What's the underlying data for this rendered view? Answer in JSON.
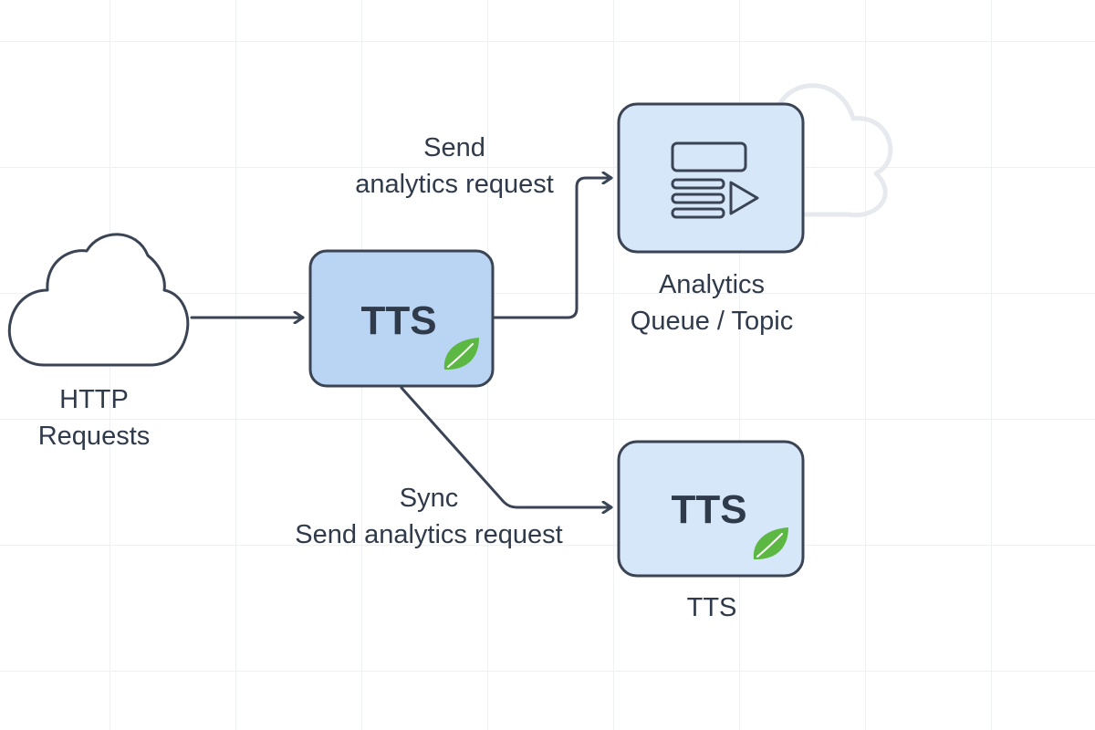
{
  "nodes": {
    "client": {
      "label_lines": [
        "HTTP",
        "Requests"
      ],
      "icon": "cloud-icon"
    },
    "tts_main": {
      "title": "TTS",
      "icon": "leaf-icon"
    },
    "analytics": {
      "label_lines": [
        "Analytics",
        "Queue / Topic"
      ],
      "icon": "queue-icon"
    },
    "tts_secondary": {
      "title": "TTS",
      "label": "TTS",
      "icon": "leaf-icon"
    }
  },
  "edges": {
    "async": {
      "label_lines": [
        "Send",
        "analytics request"
      ]
    },
    "sync": {
      "label_lines": [
        "Sync",
        "Send analytics request"
      ]
    }
  },
  "colors": {
    "stroke": "#3b4454",
    "box_primary": "#b9d5f3",
    "box_secondary": "#d6e7fa",
    "leaf": "#5cb843",
    "background_cloud": "#e6e9ee"
  }
}
